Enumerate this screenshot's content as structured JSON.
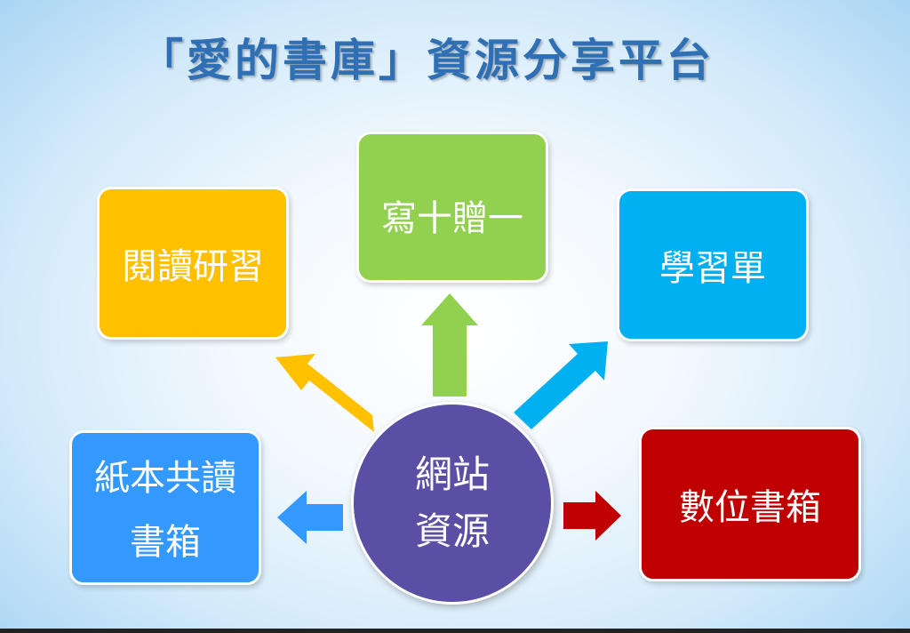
{
  "title": "「愛的書庫」資源分享平台",
  "hub": {
    "line1": "網站",
    "line2": "資源"
  },
  "boxes": {
    "reading": {
      "label": "閱讀研習",
      "color": "#ffc000"
    },
    "writing": {
      "label": "寫十贈一",
      "color": "#92d050"
    },
    "worksheet": {
      "label": "學習單",
      "color": "#00b0f0"
    },
    "paper": {
      "line1": "紙本共讀",
      "line2": "書箱",
      "color": "#3399ff"
    },
    "digital": {
      "label": "數位書箱",
      "color": "#c00000"
    }
  }
}
